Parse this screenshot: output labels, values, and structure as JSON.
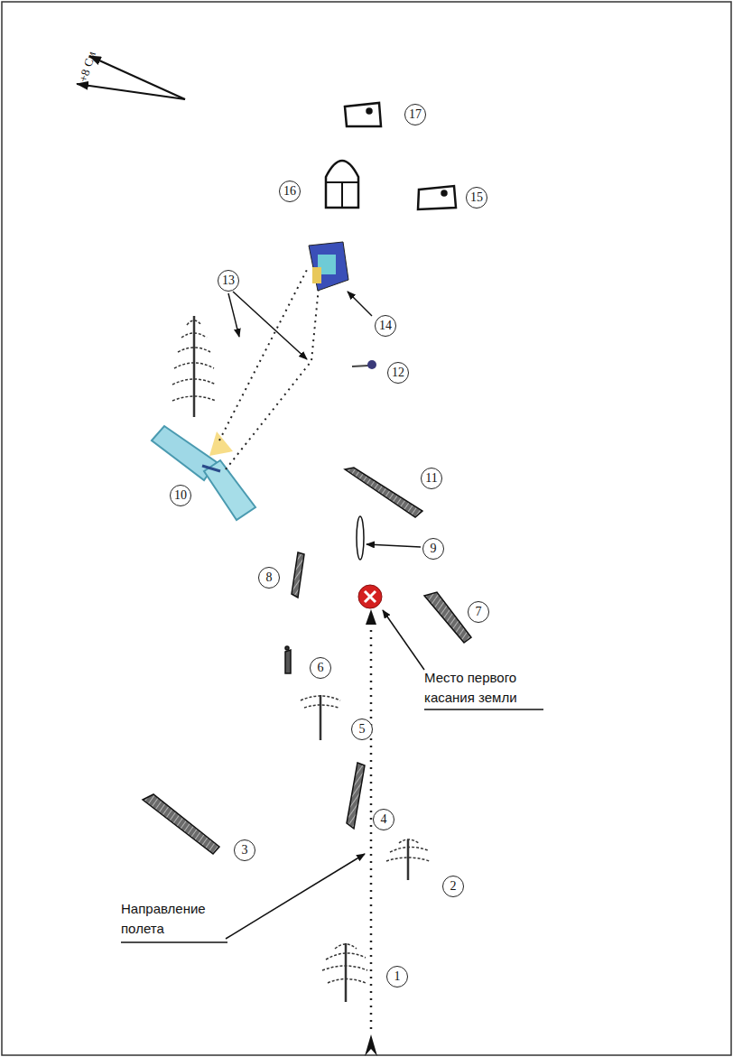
{
  "diagram": {
    "nodes": [
      {
        "text": [
          "1"
        ]
      },
      {
        "text": [
          "2"
        ]
      },
      {
        "text": [
          "3"
        ]
      },
      {
        "text": [
          "4"
        ]
      },
      {
        "text": [
          "5"
        ]
      },
      {
        "text": [
          "6"
        ]
      },
      {
        "text": [
          "7"
        ]
      },
      {
        "text": [
          "8"
        ]
      },
      {
        "text": [
          "9"
        ]
      },
      {
        "text": [
          "10"
        ]
      },
      {
        "text": [
          "11"
        ]
      },
      {
        "text": [
          "12"
        ]
      },
      {
        "text": [
          "13"
        ]
      },
      {
        "text": [
          "14"
        ]
      },
      {
        "text": [
          "15"
        ]
      },
      {
        "text": [
          "16"
        ]
      },
      {
        "text": [
          "17"
        ]
      }
    ],
    "labels": [
      "Место первого касания земли",
      "Направление полета",
      "+8",
      "См"
    ]
  }
}
